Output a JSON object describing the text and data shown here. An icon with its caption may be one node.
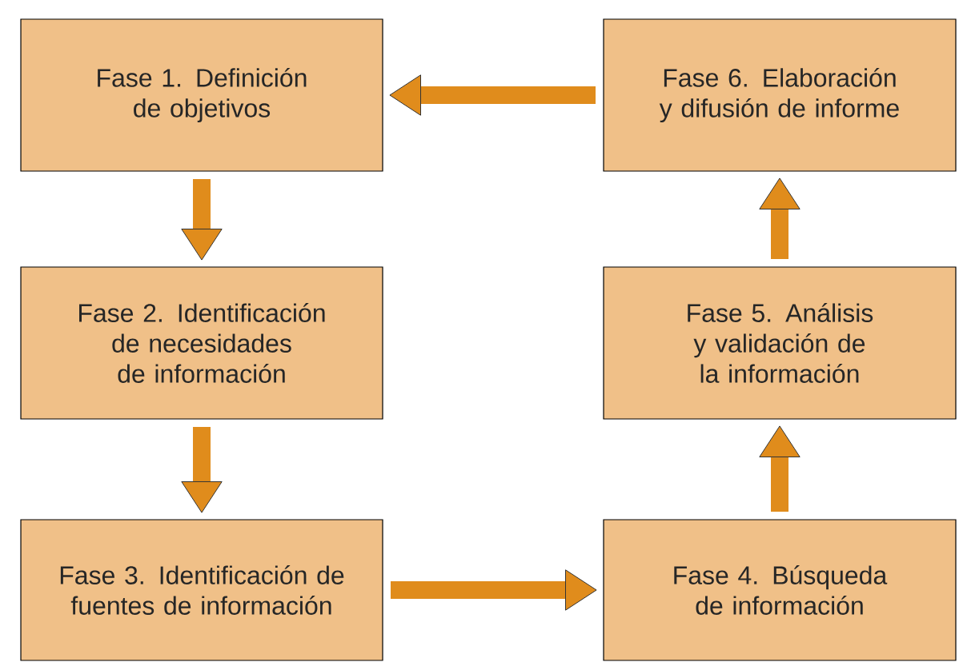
{
  "diagram": {
    "nodes": [
      {
        "text": [
          "Fase 1. Definición de objetivos"
        ]
      },
      {
        "text": [
          "Fase 2. Identificación de necesidades de información"
        ]
      },
      {
        "text": [
          "Fase 3. Identificación de fuentes de información"
        ]
      },
      {
        "text": [
          "Fase 4. Búsqueda de información"
        ]
      },
      {
        "text": [
          "Fase 5. Análisis y validación de la información"
        ]
      },
      {
        "text": [
          "Fase 6. Elaboración y difusión de informe"
        ]
      }
    ],
    "edges": [
      {
        "from": 0,
        "to": 1,
        "arrow": "to"
      },
      {
        "from": 1,
        "to": 2,
        "arrow": "to"
      },
      {
        "from": 2,
        "to": 3,
        "arrow": "to"
      },
      {
        "from": 3,
        "to": 4,
        "arrow": "to"
      },
      {
        "from": 4,
        "to": 5,
        "arrow": "to"
      },
      {
        "from": 5,
        "to": 0,
        "arrow": "to"
      }
    ]
  }
}
